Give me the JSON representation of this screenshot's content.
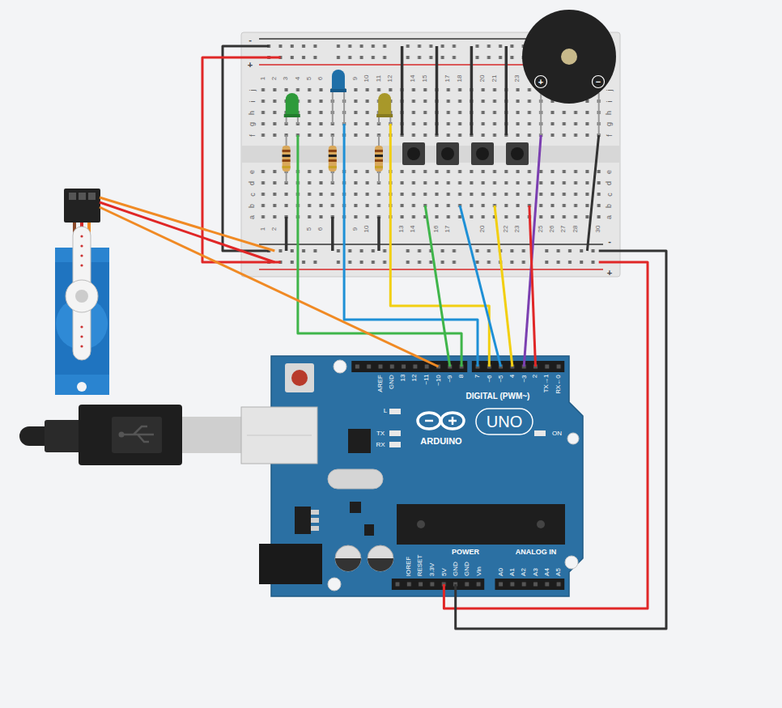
{
  "diagram": {
    "labels": [
      "1",
      "2",
      "3",
      "4",
      "5",
      "6",
      "9",
      "10",
      "11",
      "12",
      "14",
      "15",
      "17",
      "18",
      "20",
      "21",
      "23",
      "1",
      "2",
      "5",
      "6",
      "9",
      "10",
      "13",
      "14",
      "16",
      "17",
      "20",
      "22",
      "23",
      "25",
      "26",
      "27",
      "28",
      "30",
      "j",
      "i",
      "h",
      "g",
      "f",
      "e",
      "d",
      "c",
      "b",
      "a",
      "j",
      "i",
      "h",
      "g",
      "f",
      "e",
      "d",
      "c",
      "b",
      "a",
      "-",
      "+",
      "-",
      "+",
      "+",
      "−",
      "AREF",
      "GND",
      "13",
      "12",
      "~11",
      "~10",
      "~9",
      "8",
      "7",
      "~6",
      "~5",
      "4",
      "~3",
      "2",
      "TX→1",
      "RX←0",
      "DIGITAL (PWM~)",
      "L",
      "TX",
      "RX",
      "ARDUINO",
      "UNO",
      "ON",
      "IOREF",
      "RESET",
      "3.3V",
      "5V",
      "GND",
      "GND",
      "Vin",
      "POWER",
      "ANALOG IN",
      "A0",
      "A1",
      "A2",
      "A3",
      "A4",
      "A5"
    ]
  }
}
